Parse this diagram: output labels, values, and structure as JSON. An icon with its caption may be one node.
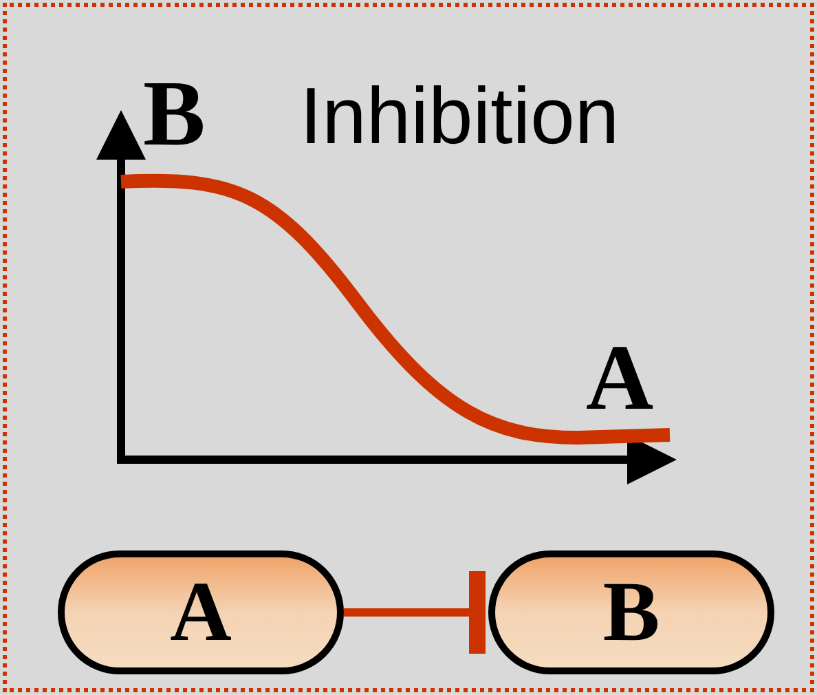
{
  "diagram": {
    "title": "Inhibition",
    "nodes": [
      {
        "text": [
          "A"
        ]
      },
      {
        "text": [
          "B"
        ]
      }
    ],
    "edges": [
      {
        "from": 0,
        "to": 1,
        "arrow": "other",
        "color": "#cc3300"
      }
    ],
    "labels": [
      "B",
      "A"
    ]
  }
}
